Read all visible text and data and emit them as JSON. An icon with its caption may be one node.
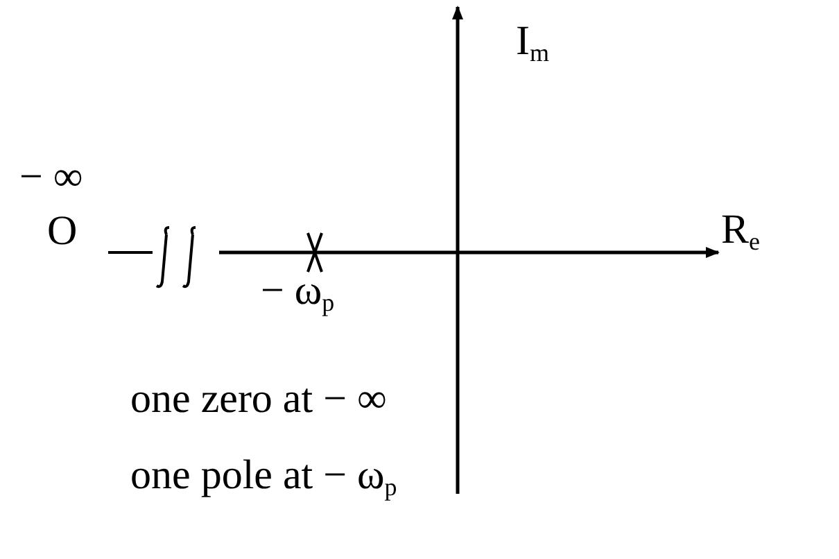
{
  "diagram": {
    "labels": [
      "I$_{m}$",
      "R$_{e}$",
      "− ∞",
      "O",
      "− ω$_{p}$",
      "one zero at − ∞",
      "one pole at − ω$_{p}$"
    ]
  }
}
